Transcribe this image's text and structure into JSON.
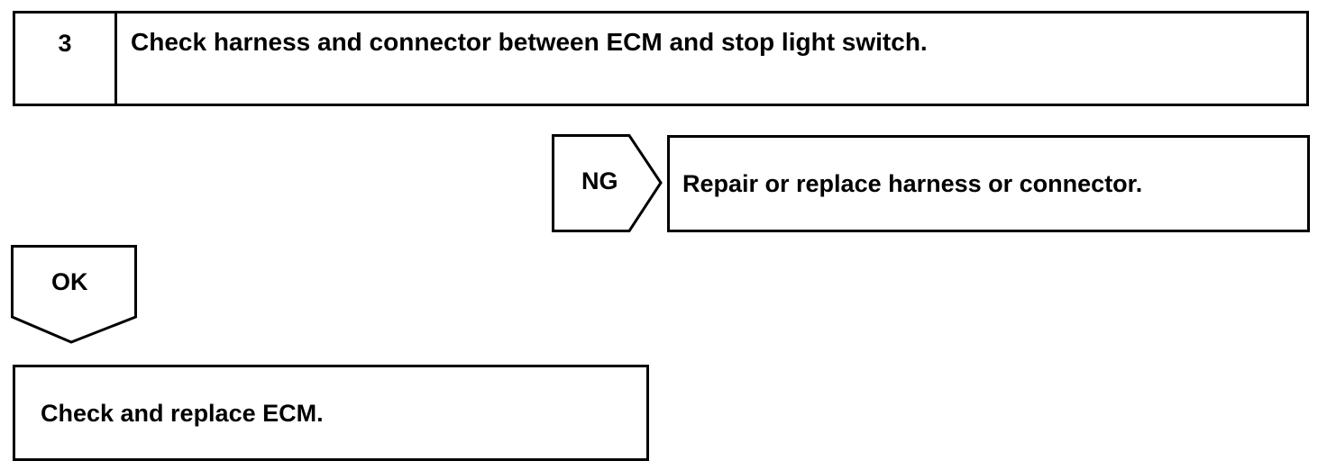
{
  "step": {
    "number": "3",
    "title": "Check harness and connector between ECM and stop light switch."
  },
  "ng_branch": {
    "tag": "NG",
    "action": "Repair or replace harness or connector."
  },
  "ok_branch": {
    "tag": "OK",
    "action": "Check and replace ECM."
  }
}
